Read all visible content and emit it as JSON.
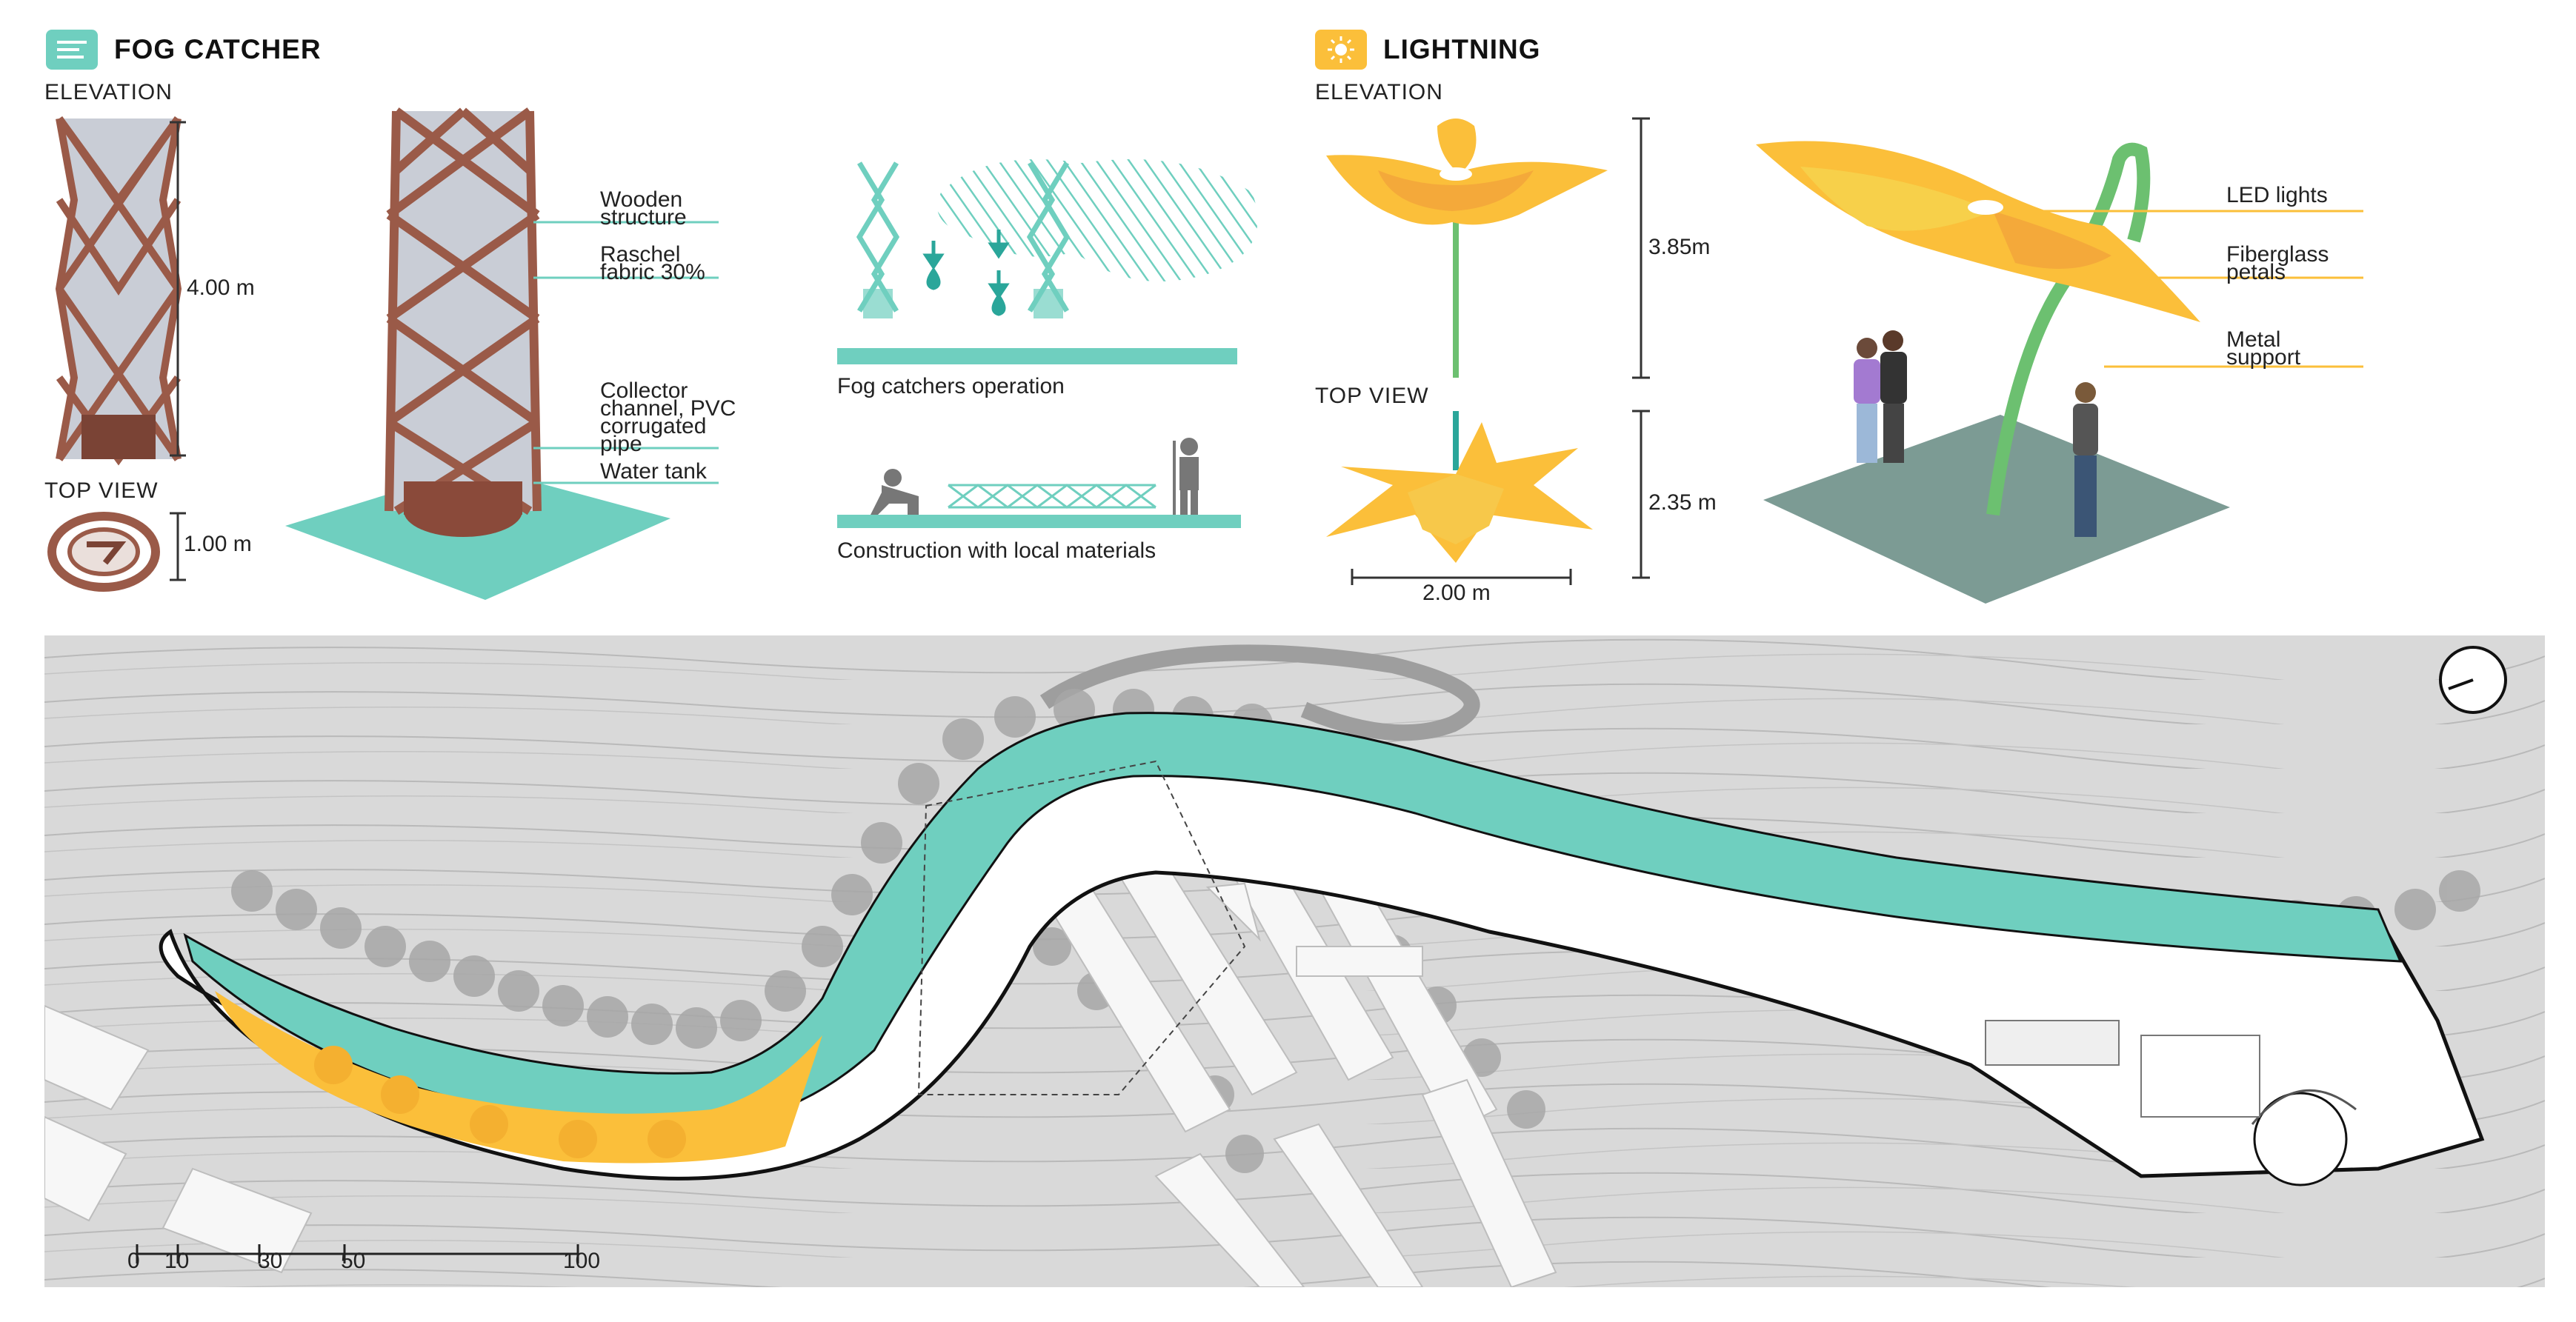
{
  "colors": {
    "teal": "#6fcfbf",
    "yellow": "#fbbf3a",
    "copper": "#9a5a48",
    "fabric": "#c9cdd6",
    "terrain": "#d7d7d7"
  },
  "fog": {
    "title": "FOG CATCHER",
    "title_icon": "notes-icon",
    "elevation_label": "ELEVATION",
    "height_dim": "4.00 m",
    "top_view_label": "TOP VIEW",
    "diameter_dim": "1.00 m",
    "callouts": {
      "wooden_1": "Wooden",
      "wooden_2": "structure",
      "raschel_1": "Raschel",
      "raschel_2": "fabric 30%",
      "collector_1": "Collector",
      "collector_2": "channel, PVC",
      "collector_3": "corrugated",
      "collector_4": "pipe",
      "tank": "Water tank"
    },
    "operation_caption": "Fog catchers operation",
    "construction_caption": "Construction with local materials"
  },
  "lightning": {
    "title": "LIGHTNING",
    "title_icon": "sun-icon",
    "elevation_label": "ELEVATION",
    "height_dim": "3.85m",
    "top_view_label": "TOP VIEW",
    "top_dim": "2.35 m",
    "width_dim": "2.00 m",
    "callouts": {
      "led": "LED lights",
      "fiber_1": "Fiberglass",
      "fiber_2": "petals",
      "metal_1": "Metal",
      "metal_2": "support"
    }
  },
  "map": {
    "scale_labels": [
      "0",
      "10",
      "30",
      "50",
      "100"
    ],
    "north_icon": "north-arrow-icon"
  }
}
